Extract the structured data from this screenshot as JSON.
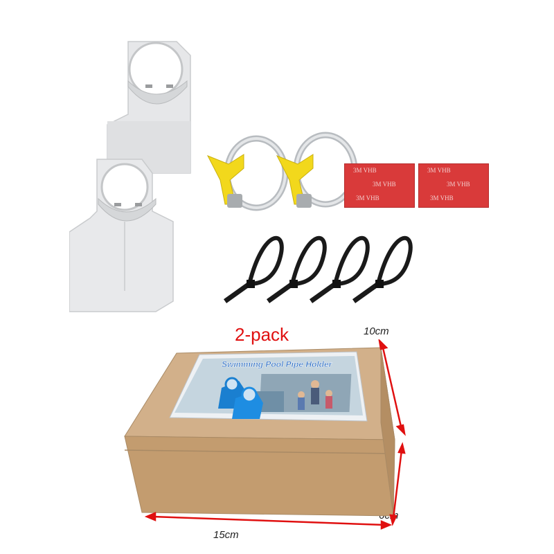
{
  "caption": {
    "pack_label": "2-pack"
  },
  "dimensions": {
    "length": "15cm",
    "width": "10cm",
    "height": "6cm"
  },
  "box_label": {
    "title": "Swimming Pool Pipe Holder"
  },
  "adhesive_pad": {
    "brand_text": "3M VHB"
  },
  "colors": {
    "holder": "#e3e4e6",
    "clamp_handle": "#f2d81c",
    "pad": "#d93a3a",
    "cable_tie": "#1a1a1a",
    "box": "#c9a57a",
    "accent_red": "#e01010"
  }
}
